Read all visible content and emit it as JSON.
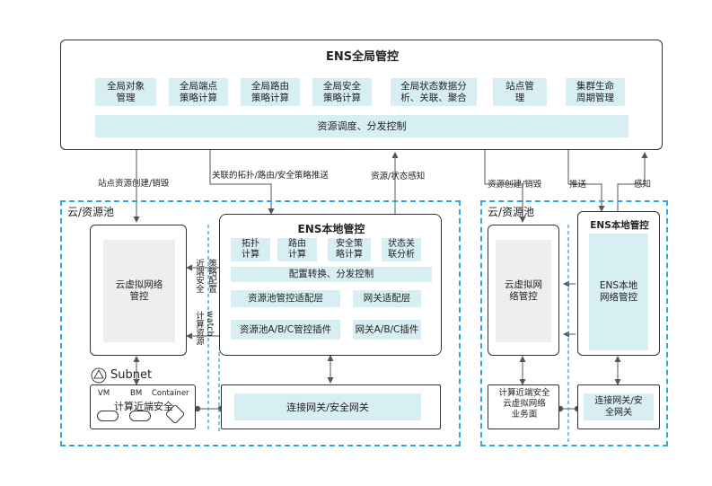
{
  "global": {
    "title": "ENS全局管控",
    "modules": [
      "全局对象\n管理",
      "全局端点\n策略计算",
      "全局路由\n策略计算",
      "全局安全\n策略计算",
      "全局状态数据分\n析、关联、聚合",
      "站点管\n理",
      "集群生命\n周期管理"
    ],
    "bar": "资源调度、分发控制"
  },
  "links": {
    "site_create": "站点资源创建/销毁",
    "assoc_push": "关联的拓扑/路由/安全策略推送",
    "resource_sense": "资源/状态感知",
    "res_create2": "资源创建/销毁",
    "push": "推送",
    "sense": "感知"
  },
  "left_pool": {
    "label": "云/资源池",
    "cloud_mgmt": "云虚拟网络\n管控",
    "policy_label": "策略配置\n近端安全",
    "watch_label": "watch\n计算资源",
    "subnet": "Subnet",
    "compute_label": "计算近端安全",
    "vm": "VM",
    "bm": "BM",
    "container": "Container",
    "local": {
      "title": "ENS本地管控",
      "modules": [
        "拓扑\n计算",
        "路由\n计算",
        "安全策\n略计算",
        "状态关\n联分析"
      ],
      "config": "配置转换、分发控制",
      "pool_adapter": "资源池管控适配层",
      "gw_adapter": "网关适配层",
      "pool_plugin": "资源池A/B/C管控插件",
      "gw_plugin": "网关A/B/C插件"
    },
    "gateway": "连接网关/安全网关"
  },
  "right_pool": {
    "label": "云/资源池",
    "cloud_mgmt": "云虚拟网\n络管控",
    "ens_title": "ENS本地管控",
    "ens_inner": "ENS本地\n网络管控",
    "dataplane": "计算近端安全\n云虚拟网络\n业务面",
    "gateway": "连接网关/安\n全网关"
  }
}
